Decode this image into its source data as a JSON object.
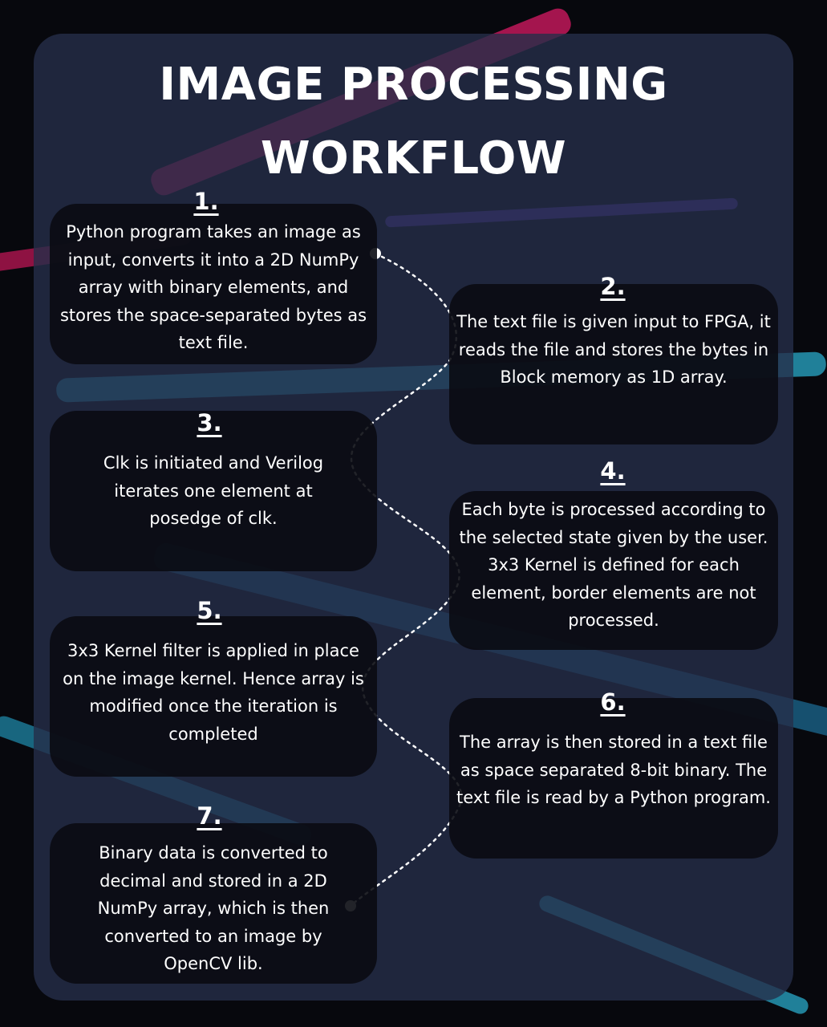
{
  "title": {
    "line1": "IMAGE PROCESSING",
    "line2": "WORKFLOW"
  },
  "steps": [
    {
      "number": "1.",
      "text": "Python program takes an image as input, converts it into a 2D NumPy array with binary elements, and stores the space-separated bytes as text file."
    },
    {
      "number": "2.",
      "text": "The text file is given input to FPGA, it reads the file and stores the bytes in Block memory as 1D array."
    },
    {
      "number": "3.",
      "text": "Clk is initiated and Verilog iterates one element at posedge of clk."
    },
    {
      "number": "4.",
      "text": "Each byte is processed according to the selected state given by the user. 3x3 Kernel is defined for each element, border elements are not processed."
    },
    {
      "number": "5.",
      "text": "3x3 Kernel filter is applied in place on the image kernel. Hence array is modified once the iteration is completed"
    },
    {
      "number": "6.",
      "text": "The array is then stored in a text file as space separated 8-bit binary. The text file is read by a Python program."
    },
    {
      "number": "7.",
      "text": "Binary data is converted to decimal and stored in a 2D NumPy array, which is then converted to an image by OpenCV lib."
    }
  ],
  "colors": {
    "background": "#07080d",
    "panel": "#262e4a",
    "box": "#0a0b12",
    "text": "#ffffff",
    "streak_magenta": "#c0185a",
    "streak_cyan": "#2aa8c8"
  }
}
